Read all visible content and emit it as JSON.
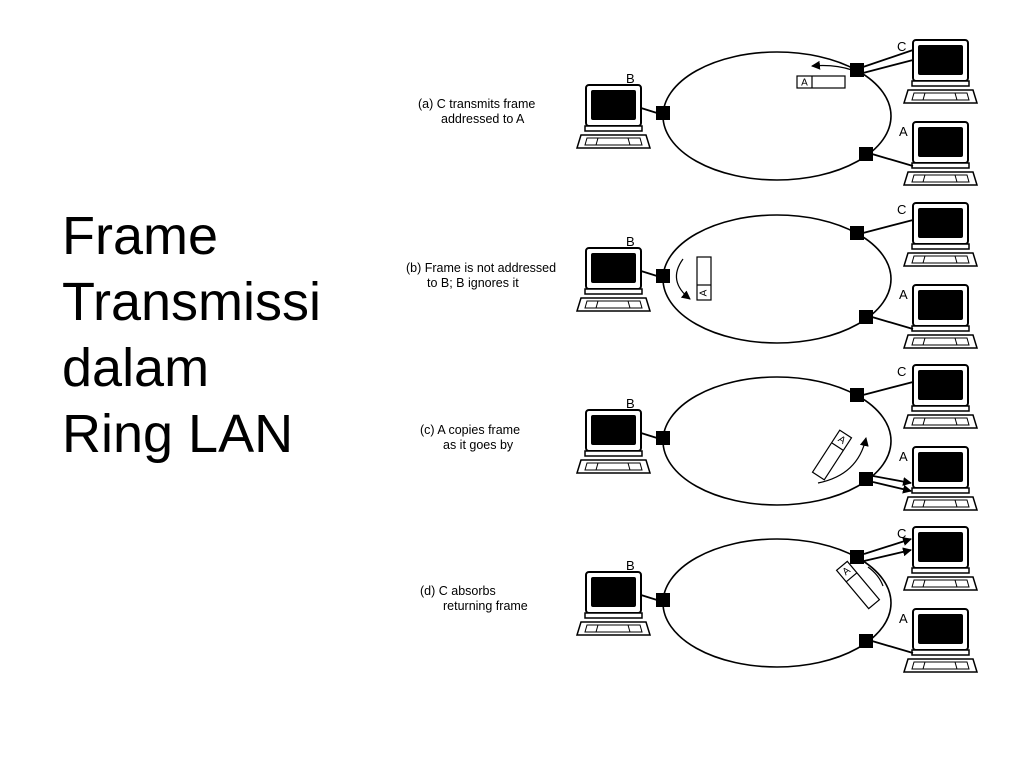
{
  "slide": {
    "title_lines": [
      "Frame",
      "Transmissi",
      "dalam",
      "Ring LAN"
    ]
  },
  "diagram": {
    "panels": [
      {
        "caption_lines": [
          "(a) C transmits frame",
          "addressed to A"
        ],
        "stations": {
          "a": "A",
          "b": "B",
          "c": "C"
        },
        "frame_address": "A"
      },
      {
        "caption_lines": [
          "(b) Frame is not addressed",
          "to B; B ignores it"
        ],
        "stations": {
          "a": "A",
          "b": "B",
          "c": "C"
        },
        "frame_address": "A"
      },
      {
        "caption_lines": [
          "(c) A copies frame",
          "as it goes by"
        ],
        "stations": {
          "a": "A",
          "b": "B",
          "c": "C"
        },
        "frame_address": "A"
      },
      {
        "caption_lines": [
          "(d) C absorbs",
          "returning frame"
        ],
        "stations": {
          "a": "A",
          "b": "B",
          "c": "C"
        },
        "frame_address": "A"
      }
    ],
    "icons": {
      "station": "computer-icon",
      "ring_interface": "square-node-icon"
    }
  },
  "colors": {
    "ink": "#000000",
    "background": "#ffffff"
  }
}
